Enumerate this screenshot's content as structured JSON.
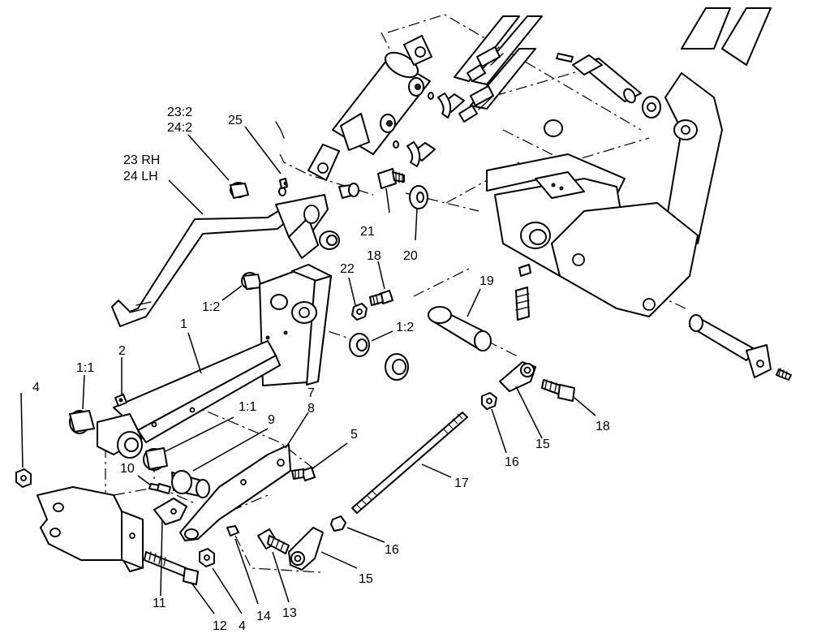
{
  "callouts": [
    {
      "id": "c-23-2",
      "text": "23:2"
    },
    {
      "id": "c-24-2",
      "text": "24:2"
    },
    {
      "id": "c-25",
      "text": "25"
    },
    {
      "id": "c-23rh",
      "text": "23 RH"
    },
    {
      "id": "c-24lh",
      "text": "24 LH"
    },
    {
      "id": "c-21",
      "text": "21"
    },
    {
      "id": "c-20",
      "text": "20"
    },
    {
      "id": "c-18a",
      "text": "18"
    },
    {
      "id": "c-22",
      "text": "22"
    },
    {
      "id": "c-19",
      "text": "19"
    },
    {
      "id": "c-1-2a",
      "text": "1:2"
    },
    {
      "id": "c-1-2b",
      "text": "1:2"
    },
    {
      "id": "c-1",
      "text": "1"
    },
    {
      "id": "c-2",
      "text": "2"
    },
    {
      "id": "c-1-1a",
      "text": "1:1"
    },
    {
      "id": "c-4a",
      "text": "4"
    },
    {
      "id": "c-1-1b",
      "text": "1:1"
    },
    {
      "id": "c-7",
      "text": "7"
    },
    {
      "id": "c-8",
      "text": "8"
    },
    {
      "id": "c-9",
      "text": "9"
    },
    {
      "id": "c-5",
      "text": "5"
    },
    {
      "id": "c-10",
      "text": "10"
    },
    {
      "id": "c-17",
      "text": "17"
    },
    {
      "id": "c-15a",
      "text": "15"
    },
    {
      "id": "c-16a",
      "text": "16"
    },
    {
      "id": "c-18b",
      "text": "18"
    },
    {
      "id": "c-16b",
      "text": "16"
    },
    {
      "id": "c-15b",
      "text": "15"
    },
    {
      "id": "c-11",
      "text": "11"
    },
    {
      "id": "c-12",
      "text": "12"
    },
    {
      "id": "c-4b",
      "text": "4"
    },
    {
      "id": "c-14",
      "text": "14"
    },
    {
      "id": "c-13",
      "text": "13"
    }
  ]
}
